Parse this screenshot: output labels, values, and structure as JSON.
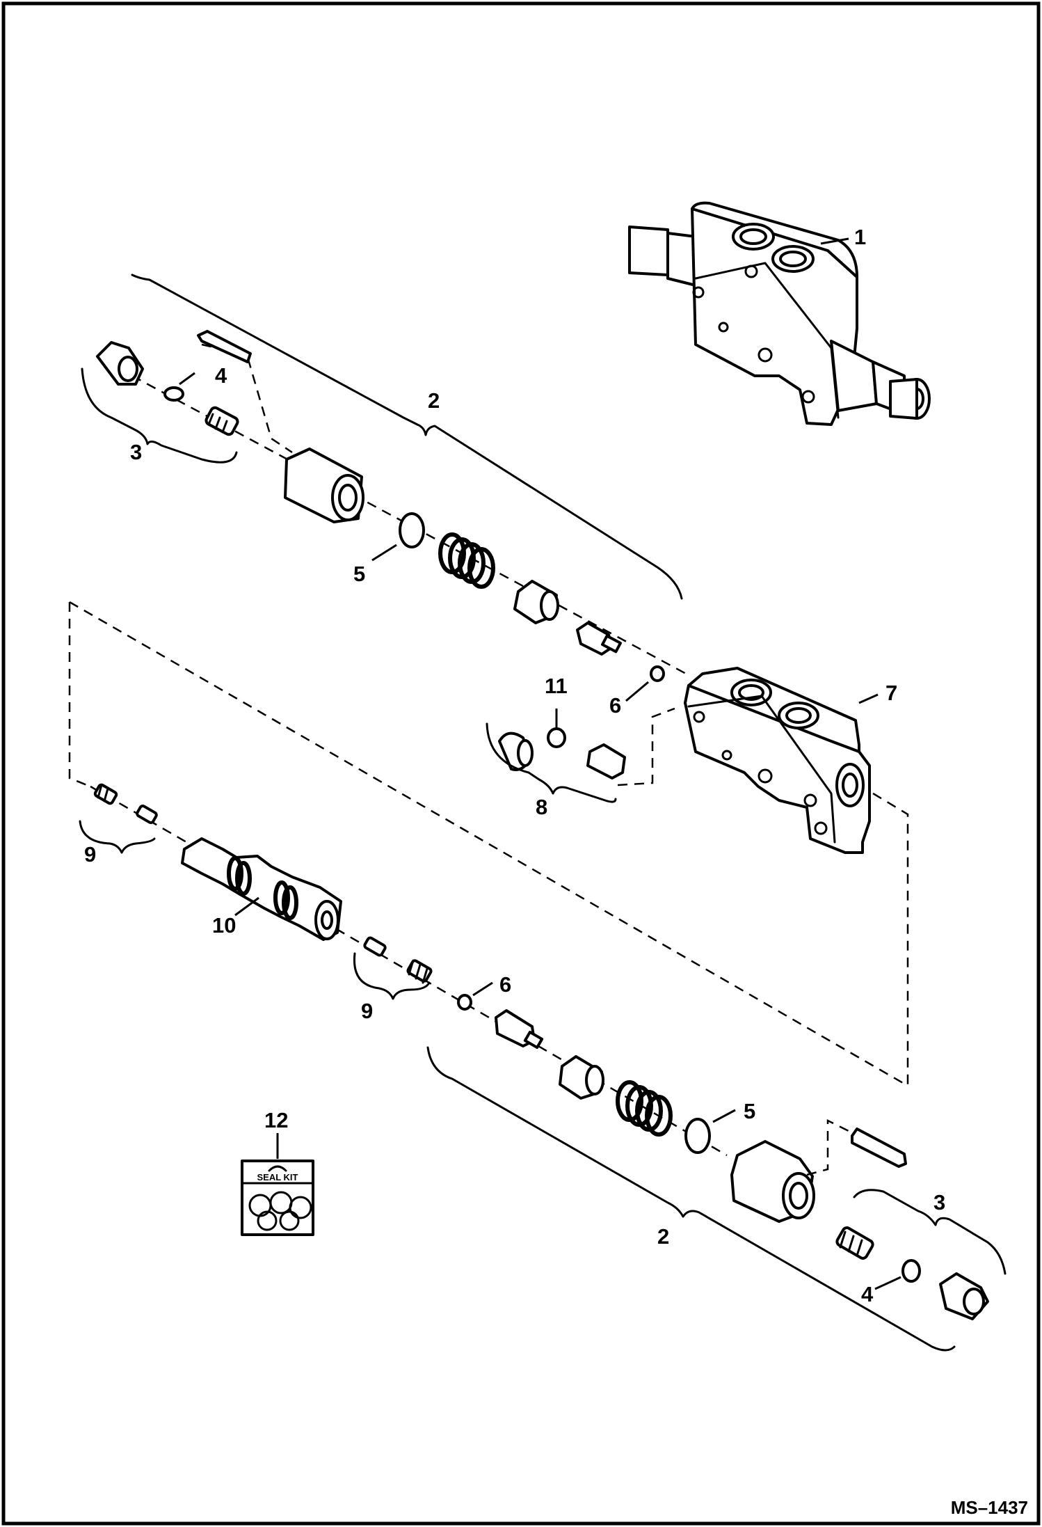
{
  "diagram": {
    "callouts": {
      "c1": "1",
      "c2_top": "2",
      "c3_top": "3",
      "c4_top": "4",
      "c5_top": "5",
      "c6_top": "6",
      "c7": "7",
      "c8": "8",
      "c11": "11",
      "c9_left": "9",
      "c10": "10",
      "c9_mid": "9",
      "c6_bottom": "6",
      "c5_bottom": "5",
      "c12": "12",
      "c3_bottom": "3",
      "c2_bottom": "2",
      "c4_bottom": "4"
    },
    "seal_kit_label": "SEAL KIT",
    "reference_code": "MS–1437"
  }
}
